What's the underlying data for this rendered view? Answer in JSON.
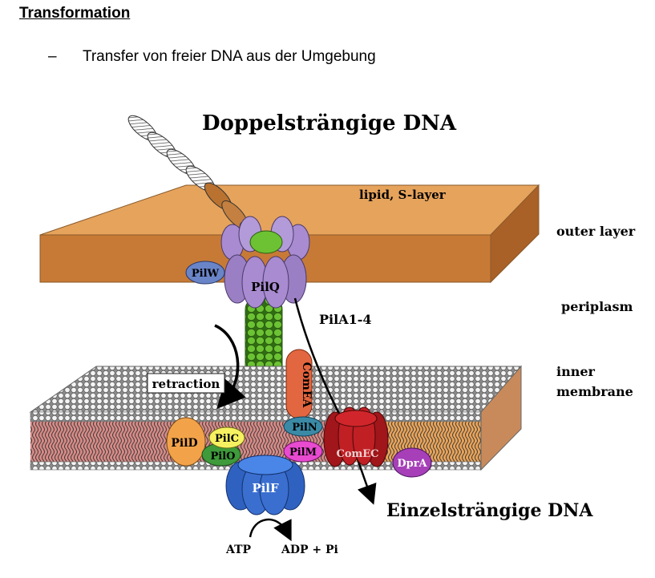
{
  "heading": "Transformation",
  "bullet": {
    "marker": "–",
    "text": "Transfer von freier DNA aus der Umgebung"
  },
  "diagram": {
    "title_top": "Doppelsträngige DNA",
    "title_bottom": "Einzelsträngige DNA",
    "layer_labels": {
      "lipid": "lipid, S-layer",
      "outer": "outer layer",
      "periplasm": "periplasm",
      "inner_line1": "inner",
      "inner_line2": "membrane"
    },
    "proteins": {
      "pilq": "PilQ",
      "pilw": "PilW",
      "pila": "PilA1-4",
      "comea": "ComEA",
      "pild": "PilD",
      "pilc": "PilC",
      "pilo": "PilO",
      "piln": "PilN",
      "pilm": "PilM",
      "pilf": "PilF",
      "comec": "ComEC",
      "dpra": "DprA"
    },
    "retraction": "retraction",
    "atp": "ATP",
    "adp": "ADP + Pi",
    "colors": {
      "outer_layer_top": "#e8a35c",
      "outer_layer_front": "#c87a35",
      "pilq": "#9b7fc4",
      "pilus": "#5aa826",
      "comea": "#e2663f",
      "comec": "#b8191e",
      "pilf": "#3a6fd0",
      "dpra": "#a63fb8",
      "inner_membrane": "#d58a86"
    }
  }
}
